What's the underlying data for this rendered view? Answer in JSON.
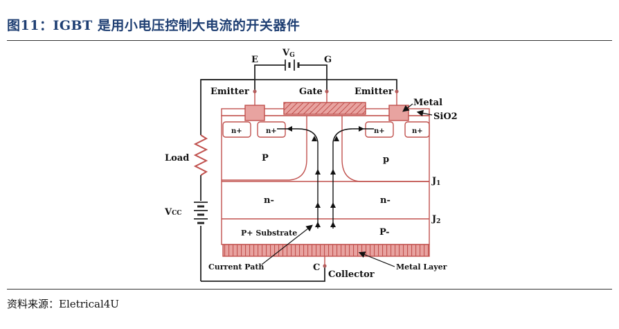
{
  "figure": {
    "title": "图11：IGBT 是用小电压控制大电流的开关器件",
    "source": "资料来源：Eletrical4U"
  },
  "diagram": {
    "terminals": {
      "e_top": "E",
      "g_top": "G",
      "vg_main": "V",
      "vg_sub": "G",
      "emitter_left": "Emitter",
      "gate": "Gate",
      "emitter_right": "Emitter",
      "metal": "Metal",
      "sio2": "SiO2",
      "collector_c": "C",
      "collector": "Collector"
    },
    "regions": {
      "n_plus_1": "n+",
      "n_plus_2": "n+",
      "n_plus_3": "n+",
      "n_plus_4": "n+",
      "p_left": "P",
      "p_right": "p",
      "n_minus_left": "n-",
      "n_minus_right": "n-",
      "p_plus_substrate": "P+ Substrate",
      "p_minus": "P-"
    },
    "junctions": {
      "j1_main": "J",
      "j1_sub": "1",
      "j2_main": "J",
      "j2_sub": "2"
    },
    "circuit": {
      "load": "Load",
      "vcc_main": "V",
      "vcc_sub": "CC"
    },
    "annotations": {
      "current_path": "Current Path",
      "metal_layer": "Metal Layer"
    },
    "colors": {
      "device_outline": "#c0504d",
      "metal_fill": "#e8a3a0",
      "wire": "#222222",
      "title": "#1f3f73"
    }
  }
}
